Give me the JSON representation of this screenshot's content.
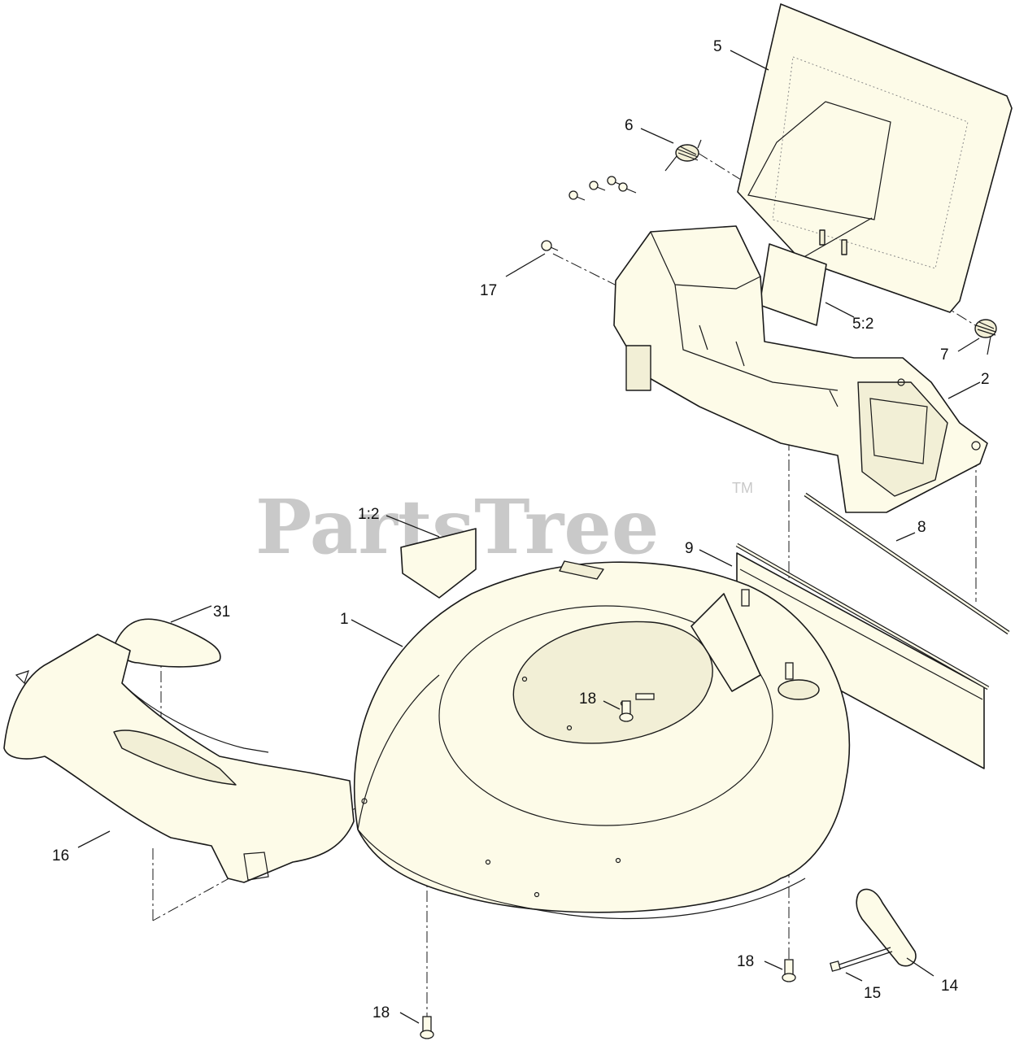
{
  "watermark": {
    "brand": "PartsTree",
    "trademark": "TM"
  },
  "callouts": {
    "c1": "1",
    "c1_2": "1:2",
    "c2": "2",
    "c5": "5",
    "c5_2": "5:2",
    "c6": "6",
    "c7": "7",
    "c8": "8",
    "c9": "9",
    "c14": "14",
    "c15": "15",
    "c16": "16",
    "c17": "17",
    "c18_center": "18",
    "c18_right": "18",
    "c18_bottom": "18",
    "c31": "31"
  },
  "colors": {
    "part_fill": "#fdfbe8",
    "line": "#1a1a1a",
    "watermark": "#c9c9c9"
  }
}
